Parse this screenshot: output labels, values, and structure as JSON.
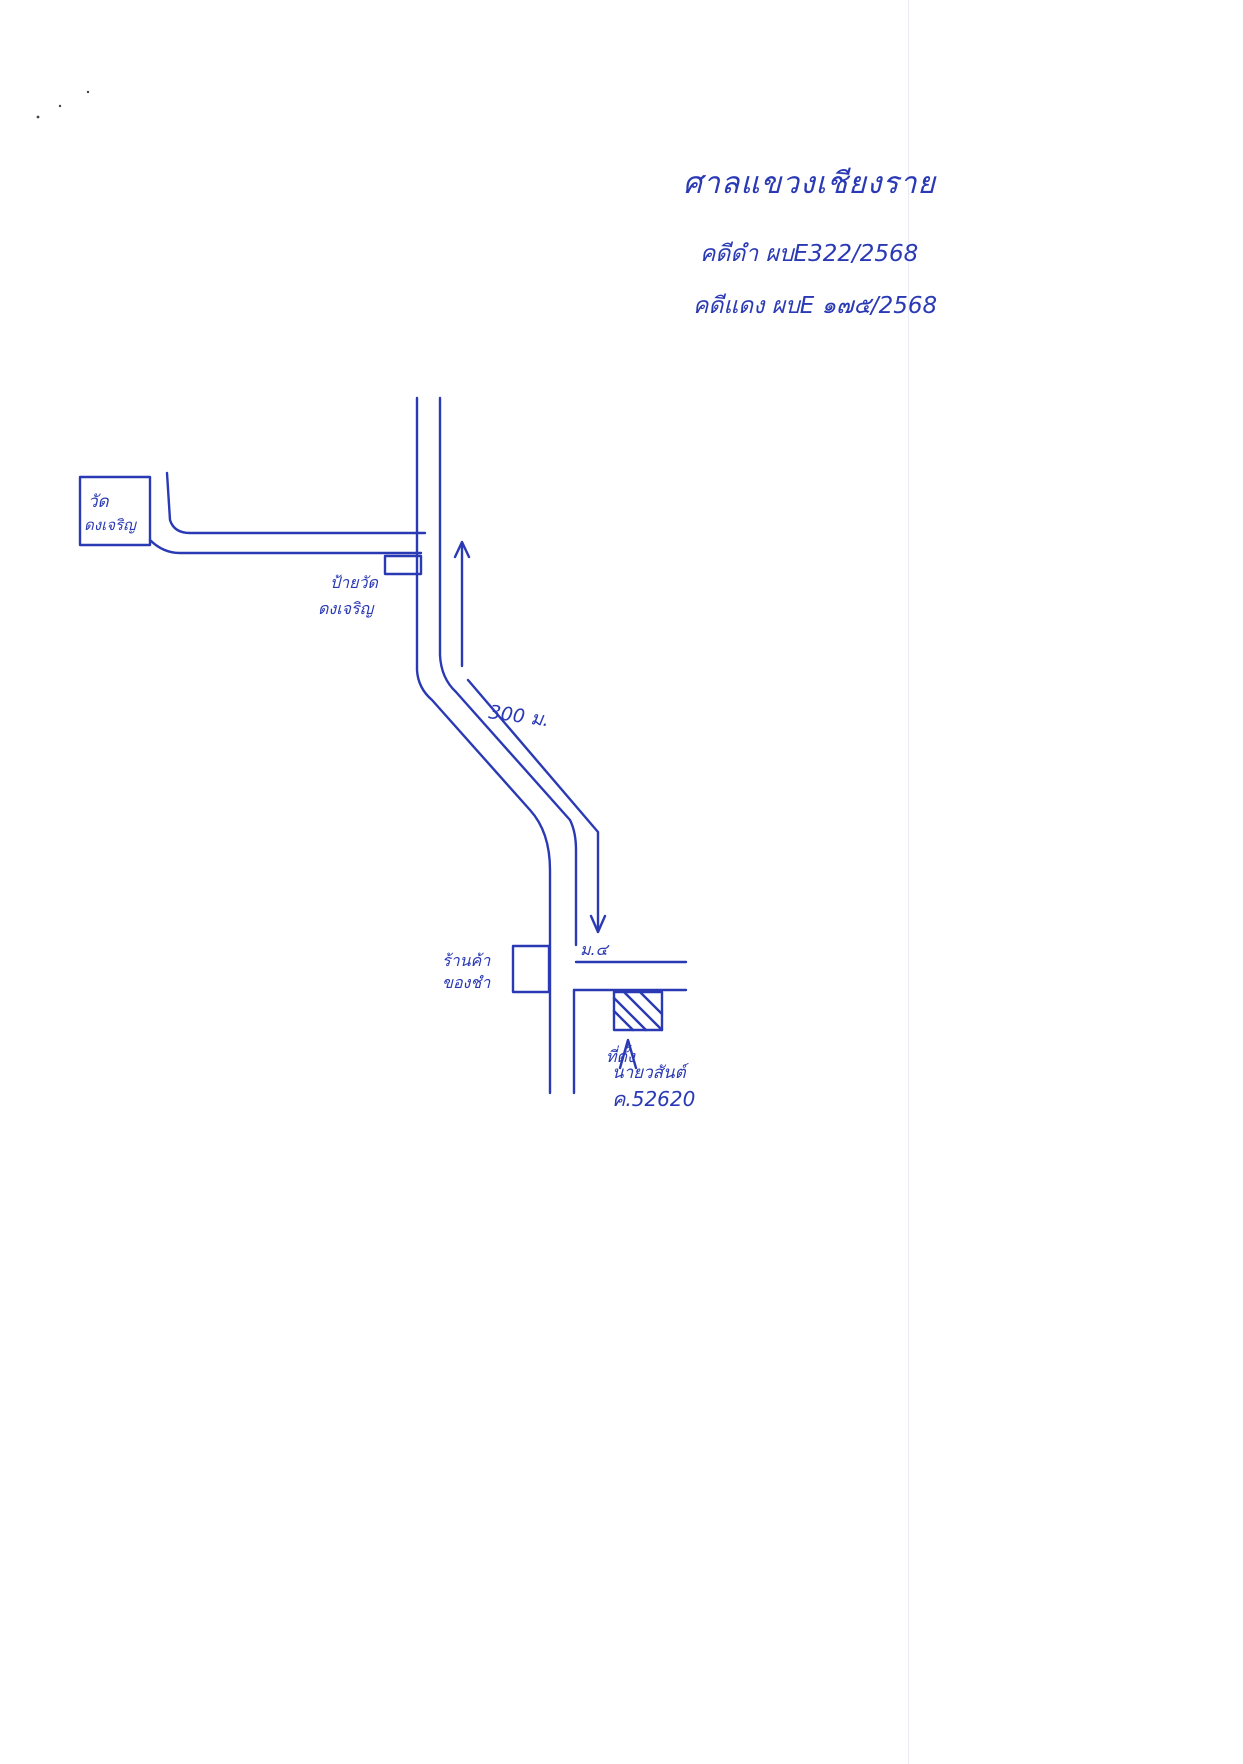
{
  "header": {
    "court_name": "ศาลแขวงเชียงราย",
    "black_case_no": "คดีดำ ผบE322/2568",
    "red_case_no": "คดีแดง ผบE ๑๗๕/2568"
  },
  "map": {
    "landmarks": {
      "temple_label_1": "วัด",
      "temple_label_2": "ดงเจริญ",
      "temple_sign_label_1": "ป้ายวัด",
      "temple_sign_label_2": "ดงเจริญ",
      "distance_label": "300 ม.",
      "shop_label_1": "ร้านค้า",
      "shop_label_2": "ของชำ",
      "moo_label": "ม.๔",
      "destination_label_1": "ที่ตั้ง",
      "destination_label_2": "นายวสันต์",
      "postal_code": "ค.52620"
    },
    "colors": {
      "ink": "#2a39b4",
      "paper": "#ffffff"
    }
  }
}
